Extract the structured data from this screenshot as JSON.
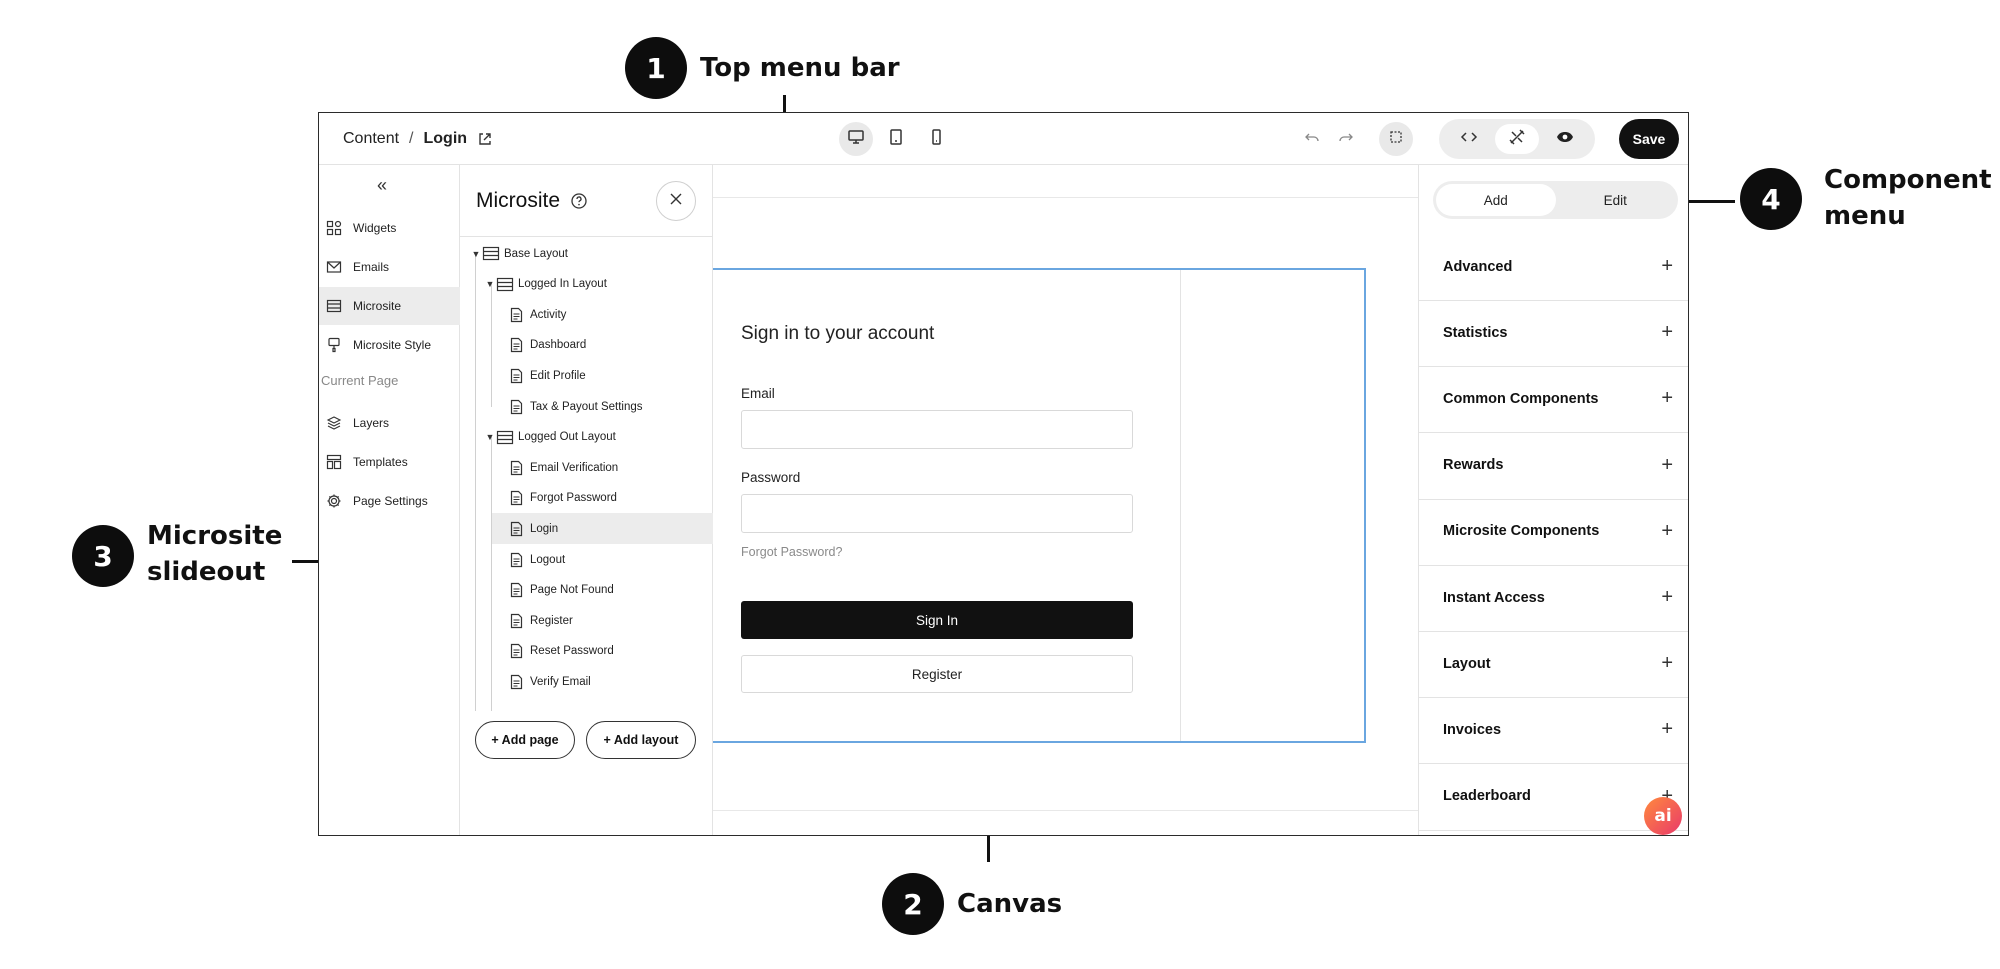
{
  "annotations": [
    {
      "number": "1",
      "label": "Top menu bar"
    },
    {
      "number": "2",
      "label": "Canvas"
    },
    {
      "number": "3",
      "label": "Microsite\nslideout"
    },
    {
      "number": "4",
      "label": "Component\nmenu"
    }
  ],
  "topbar": {
    "breadcrumb_root": "Content",
    "breadcrumb_sep": "/",
    "breadcrumb_current": "Login",
    "device_modes": [
      "desktop-icon",
      "tablet-icon",
      "mobile-icon"
    ],
    "active_device": "desktop",
    "save_label": "Save"
  },
  "leftnav": {
    "collapse_glyph": "«",
    "items": [
      {
        "label": "Widgets",
        "icon": "widgets-icon"
      },
      {
        "label": "Emails",
        "icon": "mail-icon"
      },
      {
        "label": "Microsite",
        "icon": "microsite-icon",
        "active": true
      },
      {
        "label": "Microsite Style",
        "icon": "brush-icon"
      }
    ],
    "section_label": "Current Page",
    "page_items": [
      {
        "label": "Layers",
        "icon": "layers-icon"
      },
      {
        "label": "Templates",
        "icon": "templates-icon"
      },
      {
        "label": "Page Settings",
        "icon": "gear-icon"
      }
    ]
  },
  "slideout": {
    "title": "Microsite",
    "tree": [
      {
        "label": "Base Layout",
        "type": "layout",
        "level": 0
      },
      {
        "label": "Logged In Layout",
        "type": "layout",
        "level": 1
      },
      {
        "label": "Activity",
        "type": "page",
        "level": 2
      },
      {
        "label": "Dashboard",
        "type": "page",
        "level": 2
      },
      {
        "label": "Edit Profile",
        "type": "page",
        "level": 2
      },
      {
        "label": "Tax & Payout Settings",
        "type": "page",
        "level": 2
      },
      {
        "label": "Logged Out Layout",
        "type": "layout",
        "level": 1
      },
      {
        "label": "Email Verification",
        "type": "page",
        "level": 2
      },
      {
        "label": "Forgot Password",
        "type": "page",
        "level": 2
      },
      {
        "label": "Login",
        "type": "page",
        "level": 2,
        "active": true
      },
      {
        "label": "Logout",
        "type": "page",
        "level": 2
      },
      {
        "label": "Page Not Found",
        "type": "page",
        "level": 2
      },
      {
        "label": "Register",
        "type": "page",
        "level": 2
      },
      {
        "label": "Reset Password",
        "type": "page",
        "level": 2
      },
      {
        "label": "Verify Email",
        "type": "page",
        "level": 2
      }
    ],
    "add_page_label": "+ Add page",
    "add_layout_label": "+ Add layout"
  },
  "canvas": {
    "form_title": "Sign in to your account",
    "email_label": "Email",
    "email_value": "",
    "password_label": "Password",
    "password_value": "",
    "forgot_label": "Forgot Password?",
    "signin_label": "Sign In",
    "register_label": "Register"
  },
  "component_menu": {
    "tabs": [
      {
        "label": "Add",
        "active": true
      },
      {
        "label": "Edit",
        "active": false
      }
    ],
    "sections": [
      "Advanced",
      "Statistics",
      "Common Components",
      "Rewards",
      "Microsite Components",
      "Instant Access",
      "Layout",
      "Invoices",
      "Leaderboard"
    ],
    "ai_label": "ai"
  },
  "colors": {
    "selection_frame": "#6aa6e0",
    "primary_button": "#111111",
    "ai_gradient_start": "#ff8a3d",
    "ai_gradient_end": "#e9396a"
  }
}
